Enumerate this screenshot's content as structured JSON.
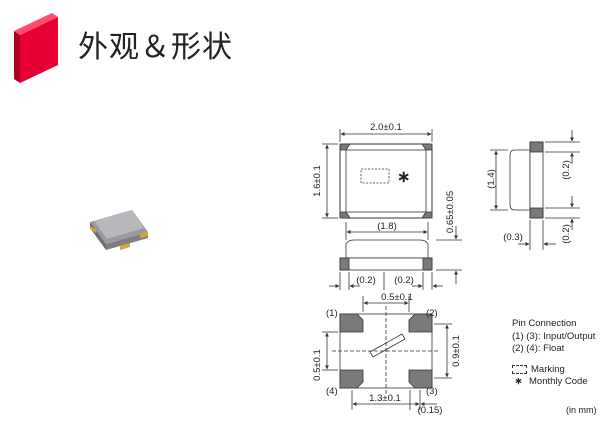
{
  "header": {
    "title": "外观＆形状"
  },
  "colors": {
    "brand_red": "#e60033",
    "package_gray": "#808080",
    "pad_gray": "#6b6b6b",
    "line": "#333333"
  },
  "dimensions": {
    "top_width": "2.0±0.1",
    "top_height": "1.6±0.1",
    "thickness": "0.65±0.05",
    "body_length": "(1.8)",
    "pad_left": "(0.2)",
    "pad_right": "(0.2)",
    "side_height": "(1.4)",
    "side_pad_top": "(0.2)",
    "side_pad_bottom": "(0.2)",
    "side_offset": "(0.3)",
    "bottom_pin_spacing": "0.5±0.1",
    "bottom_pad_height": "0.5±0.1",
    "bottom_pad_pitch_v": "0.9±0.1",
    "bottom_pad_pitch_h": "1.3±0.1",
    "bottom_gap": "(0.15)",
    "marking_star": "∗"
  },
  "pins": {
    "pin1": "(1)",
    "pin2": "(2)",
    "pin3": "(3)",
    "pin4": "(4)"
  },
  "legend": {
    "title": "Pin Connection",
    "line1": "(1) (3): Input/Output",
    "line2": "(2) (4): Float",
    "marking": "Marking",
    "monthly_code": "Monthly Code",
    "star": "∗"
  },
  "unit_note": "(in mm)"
}
